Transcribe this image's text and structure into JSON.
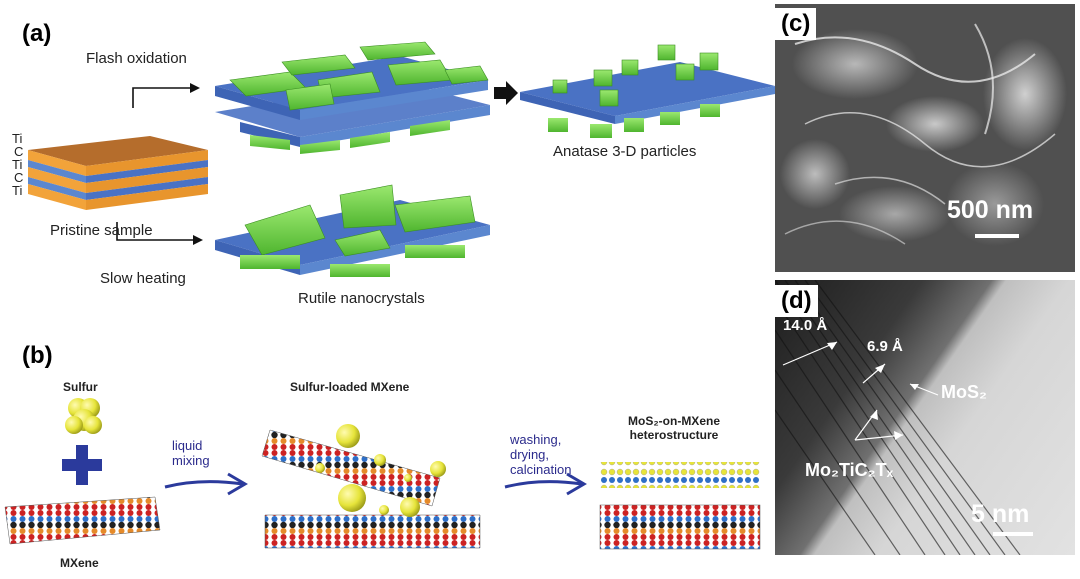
{
  "panel_a": {
    "label": "(a)",
    "layers": [
      "Ti",
      "C",
      "Ti",
      "C",
      "Ti"
    ],
    "flash_label": "Flash oxidation",
    "slow_label": "Slow heating",
    "pristine_label": "Pristine sample",
    "anatase_label": "Anatase 3-D particles",
    "rutile_label": "Rutile nanocrystals",
    "colors": {
      "substrate": "#4a72c4",
      "crystal": "#7ed957",
      "ti_layer": "#f2a33a",
      "c_layer": "#5b87cf",
      "top": "#b46b2a"
    }
  },
  "panel_b": {
    "label": "(b)",
    "sulfur_label": "Sulfur",
    "mxene_label": "MXene",
    "liquid_label_1": "liquid",
    "liquid_label_2": "mixing",
    "loaded_label": "Sulfur-loaded MXene",
    "washing_1": "washing,",
    "washing_2": "drying,",
    "washing_3": "calcination",
    "hetero_1": "MoS₂-on-MXene",
    "hetero_2": "heterostructure",
    "colors": {
      "sulfur": "#e6e43a",
      "arrow": "#2b3a9c",
      "red": "#cc2222",
      "blue": "#2e6fc7",
      "orange": "#e58a2a",
      "black": "#222222"
    }
  },
  "panel_c": {
    "label": "(c)",
    "scale_label": "500 nm"
  },
  "panel_d": {
    "label": "(d)",
    "spacing_1": "14.0 Å",
    "spacing_2": "6.9 Å",
    "mos2_label": "MoS₂",
    "mxene_label": "Mo₂TiC₂Tₓ",
    "scale_label": "5 nm"
  }
}
